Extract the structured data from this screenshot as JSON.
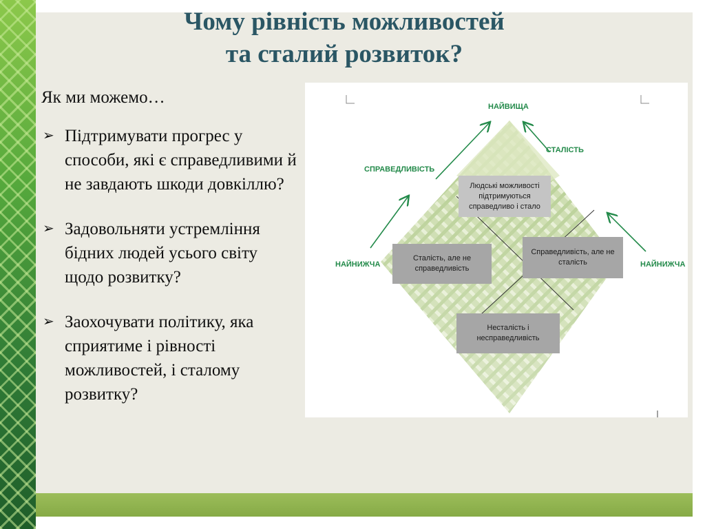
{
  "slide": {
    "title_line1": "Чому рівність можливостей",
    "title_line2": "та сталий розвиток?",
    "intro": "Як ми можемо…",
    "bullets": [
      "Підтримувати прогрес у способи, які є справедливими й не завдають шкоди довкіллю?",
      "Задовольняти устремління бідних людей усього світу щодо розвитку?",
      "Заохочувати політику, яка сприятиме і рівності можливостей, і сталому розвитку?"
    ],
    "bullet_marker": "➢"
  },
  "diagram": {
    "label_top": "НАЙВИЩА",
    "label_sustainability": "СТАЛІСТЬ",
    "label_equity": "СПРАВЕДЛИВІСТЬ",
    "label_lowest_left": "НАЙНИЖЧА",
    "label_lowest_right": "НАЙНИЖЧА",
    "box_top": "Людські можливості підтримуються справедливо і стало",
    "box_left": "Сталість, але не справедливість",
    "box_right": "Справедливість, але не сталість",
    "box_bottom": "Несталість і несправедливість"
  },
  "colors": {
    "title": "#2a5664",
    "panel": "#ecebe3",
    "bottom_bar": "#8fb04c",
    "diagram_green": "#238a4a"
  }
}
